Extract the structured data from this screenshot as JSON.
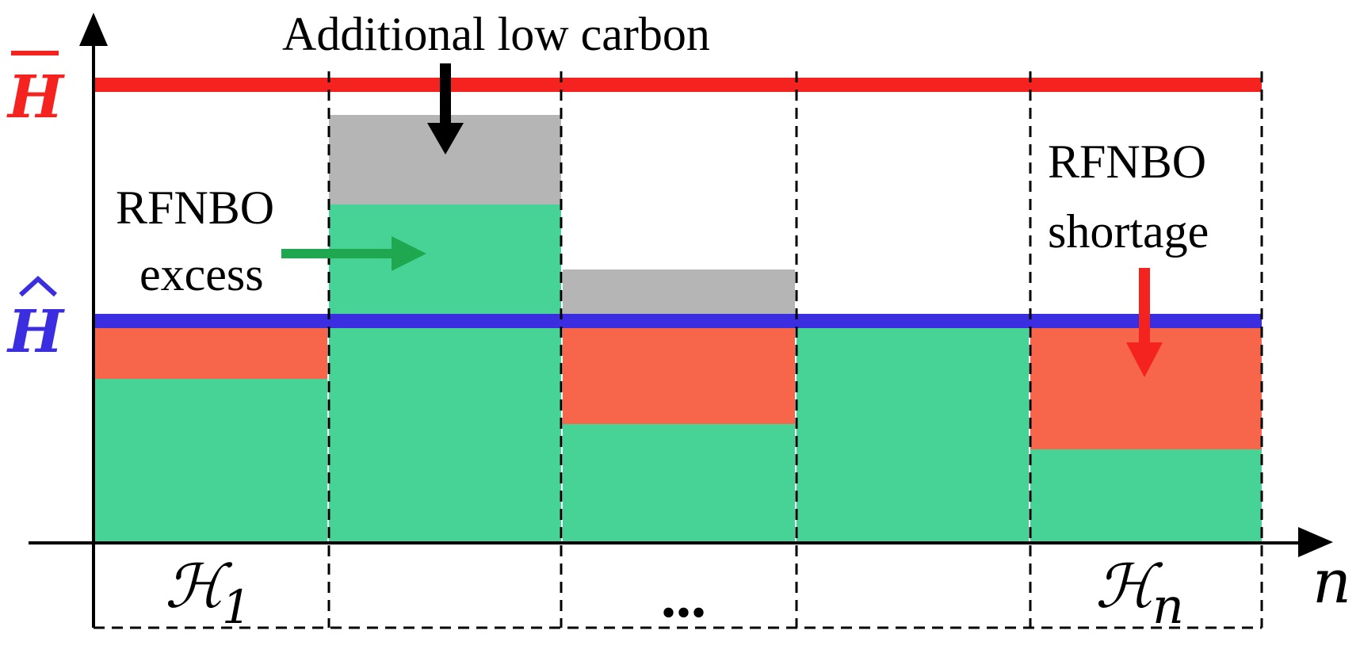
{
  "labels": {
    "h_bar": "H",
    "h_hat": "H",
    "axis_n": "n",
    "h_1_main": "ℋ",
    "h_1_sub": "1",
    "h_n_main": "ℋ",
    "h_n_sub": "n",
    "ellipsis": "...",
    "additional_low_carbon": "Additional low carbon",
    "rfnbo_excess_line1": "RFNBO",
    "rfnbo_excess_line2": "excess",
    "rfnbo_shortage_line1": "RFNBO",
    "rfnbo_shortage_line2": "shortage"
  },
  "colors": {
    "rfnbo": "#47d396",
    "low_carbon": "#b5b5b5",
    "shortage": "#f7654b",
    "h_bar_line": "#f5231f",
    "h_hat_line": "#3a2ee0",
    "axis": "#000000",
    "excess_arrow": "#1fa84f",
    "shortage_arrow": "#f5231f",
    "low_carbon_arrow": "#000000"
  },
  "icons": {
    "additional_low_carbon_arrow": "arrow-down-icon",
    "rfnbo_excess_arrow": "arrow-right-icon",
    "rfnbo_shortage_arrow": "arrow-down-icon"
  }
}
